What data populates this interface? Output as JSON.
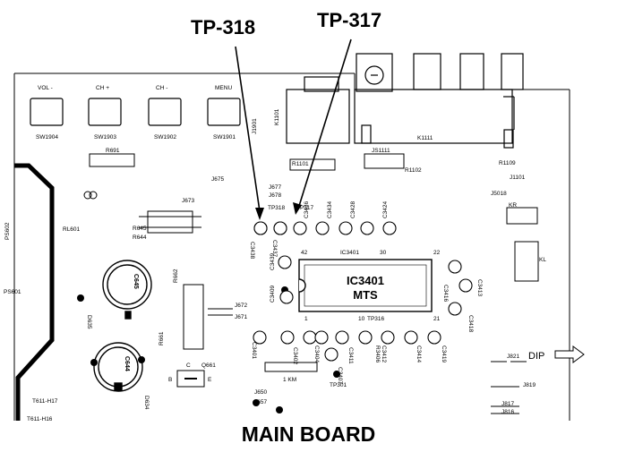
{
  "callouts": {
    "tp318": "TP-318",
    "tp317": "TP-317"
  },
  "title": "MAIN BOARD",
  "ic": {
    "name": "IC3401",
    "function": "MTS",
    "ref": "IC3401",
    "pins": [
      "42",
      "30",
      "22",
      "1",
      "10",
      "21"
    ],
    "tp_on_ic": "TP316"
  },
  "switches": [
    {
      "caption": "VOL -",
      "ref": "SW1904"
    },
    {
      "caption": "CH +",
      "ref": "SW1903"
    },
    {
      "caption": "CH -",
      "ref": "SW1902"
    },
    {
      "caption": "MENU",
      "ref": "SW1901"
    }
  ],
  "test_points": {
    "tp318": "TP318",
    "tp317": "TP317",
    "tp301": "TP301"
  },
  "caps": {
    "c645": "C645",
    "c644": "C644"
  },
  "dip": "DIP",
  "labels": {
    "r691": "R691",
    "r1101": "R1101",
    "js1111": "JS1111",
    "k1111": "K1111",
    "r1102": "R1102",
    "r1109": "R1109",
    "j1101": "J1101",
    "j5018": "J5018",
    "kr": "KR",
    "kl": "KL",
    "k1101": "K1101",
    "j1901": "J1901",
    "j675": "J675",
    "j673": "J673",
    "j677": "J677",
    "j678": "J678",
    "r645": "R645",
    "r644": "R644",
    "rl601": "RL601",
    "ps602": "PS602",
    "ps601": "PS601",
    "r662": "R662",
    "j672": "J672",
    "j671": "J671",
    "r661": "R661",
    "q661": "Q661",
    "c": "C",
    "b": "B",
    "e": "E",
    "km": "1 KM",
    "j650": "J650",
    "j657": "J657",
    "j821": "J821",
    "j819": "J819",
    "j817": "J817",
    "j816": "J816",
    "c3401": "C3401",
    "c3402": "C3402",
    "c3404": "C3404",
    "c3407": "C3407",
    "c3411": "C3411",
    "r3406": "R3406",
    "c3412": "C3412",
    "c3414": "C3414",
    "c3419": "C3419",
    "c3413": "C3413",
    "c3416": "C3416",
    "c3418": "C3418",
    "c3438": "C3438",
    "c3437": "C3437",
    "c3436": "C3436",
    "c3434": "C3434",
    "c3428": "C3428",
    "c3424": "C3424",
    "c3439": "C3439",
    "c3409": "C3409",
    "d635": "D635",
    "d634": "D634",
    "t611_h17": "T611-H17",
    "t611_h16": "T611-H16"
  }
}
